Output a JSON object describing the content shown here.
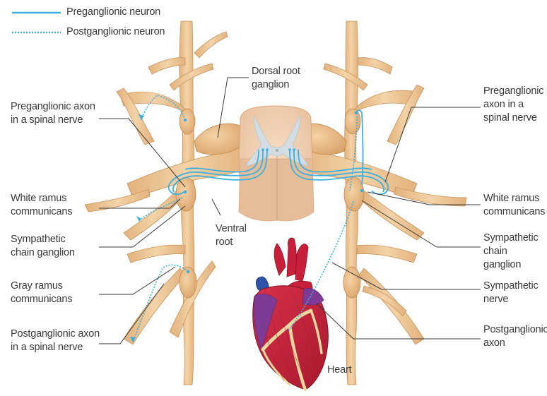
{
  "legend": {
    "preganglionic": "Preganglionic neuron",
    "postganglionic": "Postganglionic neuron"
  },
  "labels": {
    "dorsal_root_ganglion": "Dorsal root\nganglion",
    "ventral_root": "Ventral\nroot",
    "heart": "Heart",
    "left_preganglionic_axon": "Preganglionic axon\nin a spinal nerve",
    "left_white_ramus": "White ramus\ncommunicans",
    "left_sympathetic_chain": "Sympathetic\nchain ganglion",
    "left_gray_ramus": "Gray ramus\ncommunicans",
    "left_postganglionic_axon": "Postganglionic axon\nin a spinal nerve",
    "right_preganglionic_axon": "Preganglionic\naxon in a\nspinal nerve",
    "right_white_ramus": "White ramus\ncommunicans",
    "right_sympathetic_chain": "Sympathetic\nchain ganglion",
    "right_sympathetic_nerve": "Sympathetic\nnerve",
    "right_postganglionic_axon": "Postganglionic\naxon"
  },
  "colors": {
    "nerve": "#e9c08e",
    "nerve_dark": "#d7a56c",
    "neuron": "#3ab0e2",
    "cord_outer": "#f0d4b8",
    "cord_gray": "#cfd8dc",
    "heart_red": "#c8203a",
    "heart_blue": "#2e53a8",
    "heart_purple": "#7e3b96",
    "coronary": "#ecd8a0"
  }
}
